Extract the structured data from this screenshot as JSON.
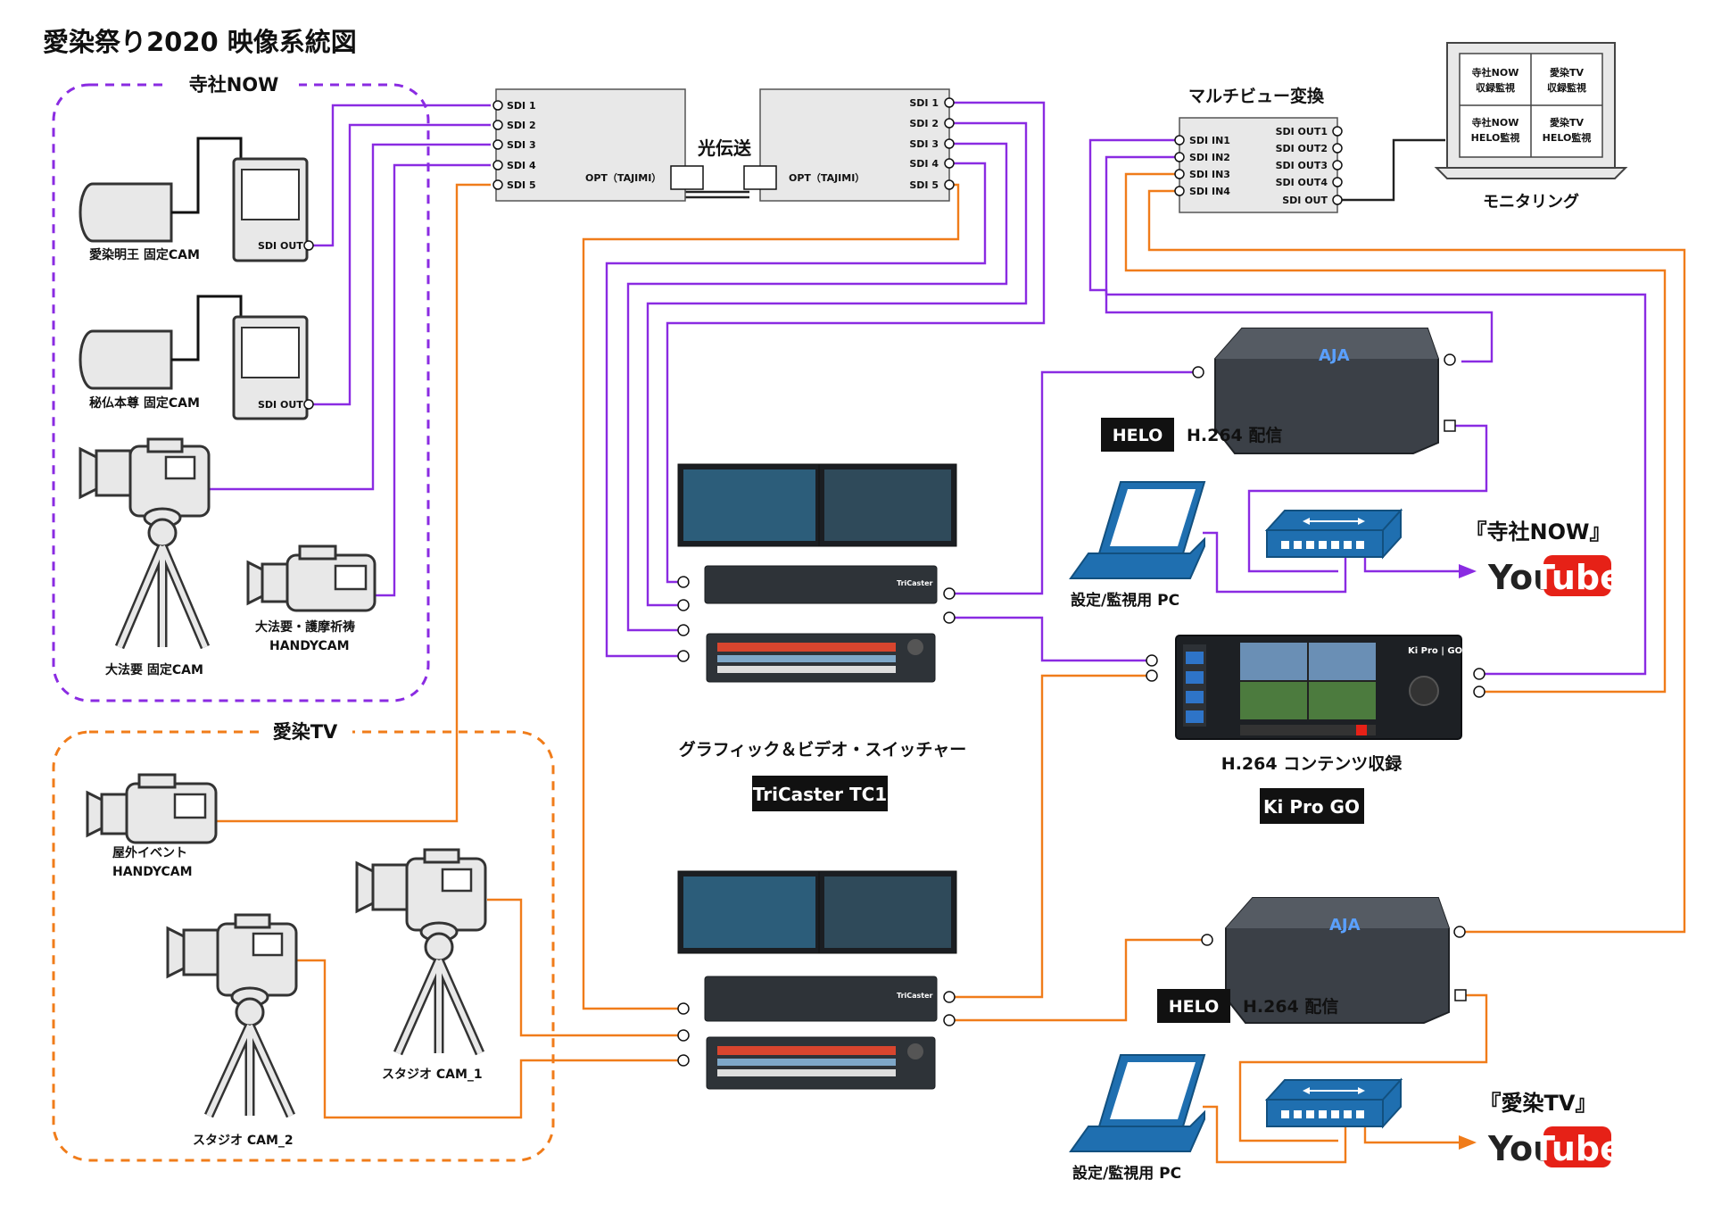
{
  "title": "愛染祭り2020 映像系統図",
  "groups": {
    "jisha": "寺社NOW",
    "aizen_tv": "愛染TV"
  },
  "cameras": {
    "aizen_myoo": "愛染明王 固定CAM",
    "hibutsu": "秘仏本尊 固定CAM",
    "daihoyo_fixed": "大法要 固定CAM",
    "handycam_goma_1": "大法要・護摩祈祷",
    "handycam_goma_2": "HANDYCAM",
    "outdoor_1": "屋外イベント",
    "outdoor_2": "HANDYCAM",
    "studio1": "スタジオ CAM_1",
    "studio2": "スタジオ CAM_2"
  },
  "sdi_out": "SDI OUT",
  "optical": {
    "label": "光伝送",
    "opt_label": "OPT（TAJIMI）",
    "ports": [
      "SDI 1",
      "SDI 2",
      "SDI 3",
      "SDI 4",
      "SDI 5"
    ]
  },
  "multiview": {
    "title": "マルチビュー変換",
    "inputs": [
      "SDI IN1",
      "SDI IN2",
      "SDI IN3",
      "SDI IN4"
    ],
    "outputs": [
      "SDI OUT1",
      "SDI OUT2",
      "SDI OUT3",
      "SDI OUT4",
      "SDI OUT"
    ]
  },
  "monitor": {
    "caption": "モニタリング",
    "cells": [
      [
        "寺社NOW",
        "収録監視"
      ],
      [
        "愛染TV",
        "収録監視"
      ],
      [
        "寺社NOW",
        "HELO監視"
      ],
      [
        "愛染TV",
        "HELO監視"
      ]
    ]
  },
  "helo": {
    "badge": "HELO",
    "desc": "H.264 配信"
  },
  "pc_label": "設定/監視用 PC",
  "youtube": {
    "channel1": "『寺社NOW』",
    "channel2": "『愛染TV』",
    "you": "You",
    "tube": "Tube"
  },
  "tricaster": {
    "desc": "グラフィック＆ビデオ・スイッチャー",
    "name": "TriCaster TC1",
    "brand": "TriCaster"
  },
  "kipro": {
    "desc": "H.264 コンテンツ収録",
    "name": "Ki Pro GO",
    "brand": "Ki Pro | GO"
  },
  "aja_logo": "AJA",
  "colors": {
    "purple": "#8a2be2",
    "orange": "#f07c1a",
    "youtube_red": "#e62117"
  }
}
